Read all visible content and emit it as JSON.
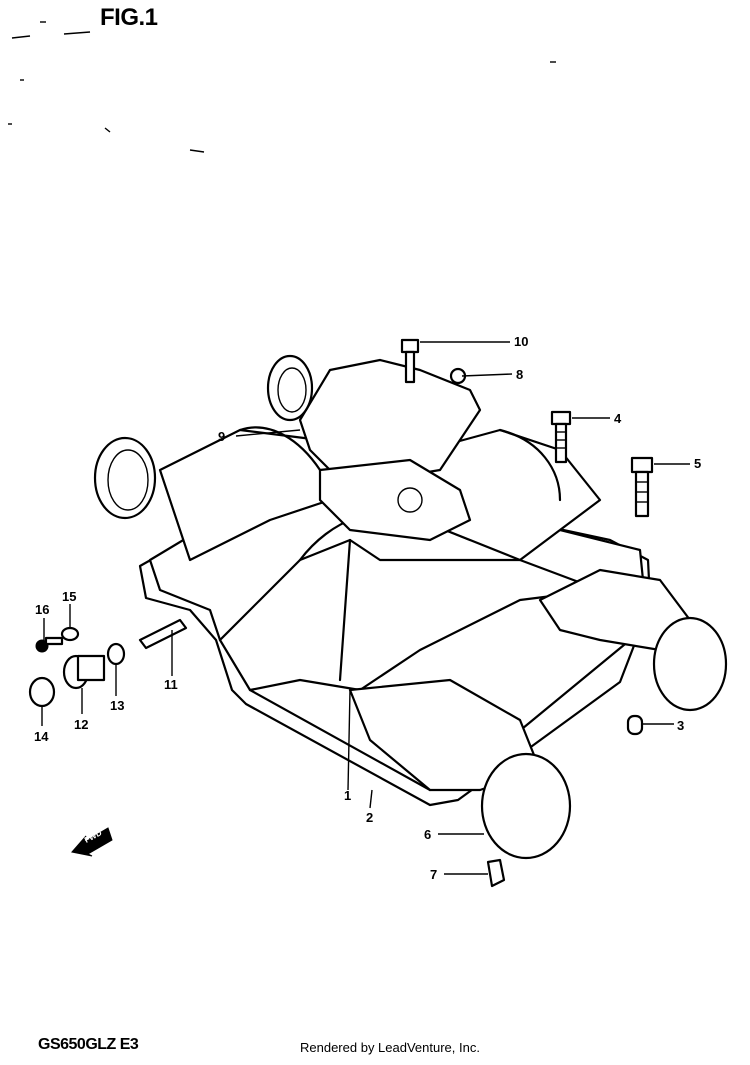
{
  "figure": {
    "title": "FIG.1",
    "model_code": "GS650GLZ E3",
    "footer": "Rendered by LeadVenture, Inc.",
    "forward_marker": "FWD"
  },
  "callouts": [
    "10",
    "8",
    "4",
    "9",
    "5",
    "16",
    "15",
    "11",
    "13",
    "12",
    "14",
    "3",
    "1",
    "2",
    "6",
    "7"
  ]
}
